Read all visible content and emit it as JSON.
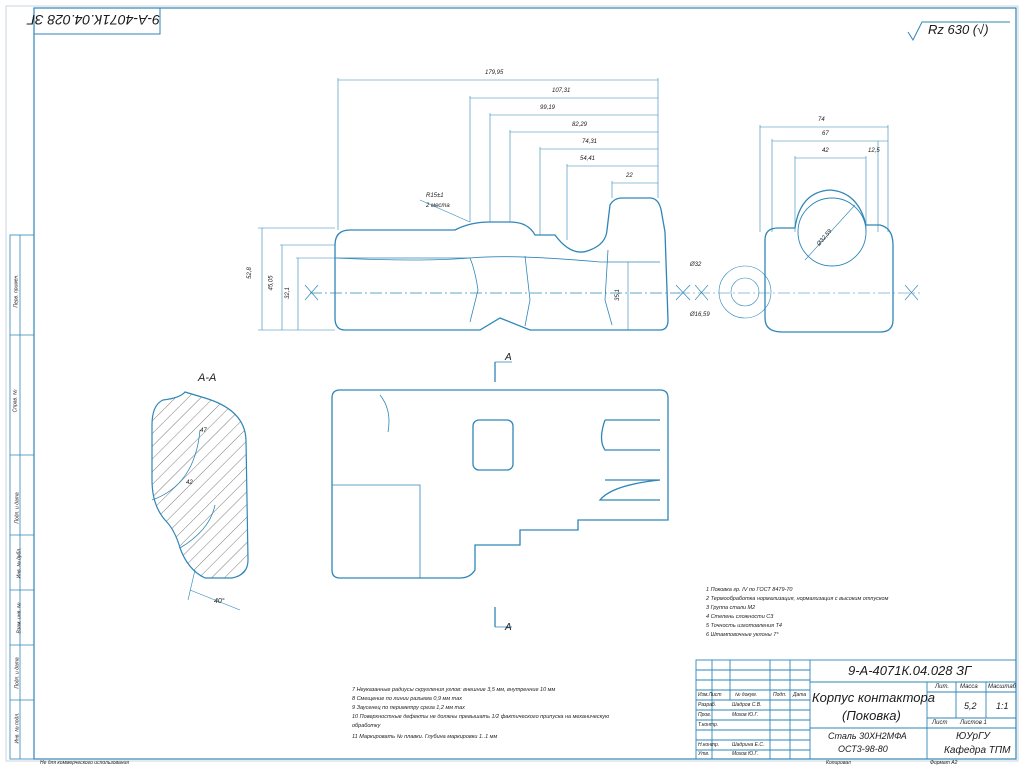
{
  "drawing": {
    "code_mirrored": "9-А-4071К.04.028 ЗГ",
    "roughness": "Rz 630 (√)",
    "section_label": "А-А",
    "cut_mark_top": "А",
    "cut_mark_bottom": "А",
    "chamfer_note": "R15±1",
    "chamfer_note2": "2 места",
    "dims_top": [
      "179,95",
      "107,31",
      "99,19",
      "82,29",
      "74,31",
      "54,41",
      "22"
    ],
    "dims_left": [
      "52,8",
      "45,05",
      "32,1"
    ],
    "dim_right_small": "35,1",
    "dims_side": [
      "74",
      "67",
      "42",
      "12,5"
    ],
    "diam_side": "Ø32,59",
    "diam_left_1": "Ø32",
    "diam_left_2": "Ø16,59",
    "angle_label": "40°",
    "sec_label_1": "47",
    "sec_label_2": "42"
  },
  "notes_right": [
    "1 Поковка гр. IV по ГОСТ 8479-70",
    "2 Термообработка нормализация, нормализация с высоким отпуском",
    "3 Группа стали М2",
    "4 Степень сложности С3",
    "5 Точность изготовления Т4",
    "6 Штамповочные уклоны 7°"
  ],
  "notes_bottom": [
    "7 Неуказанные радиусы скругления углов: внешние 3,5 мм, внутренние 10 мм",
    "8 Смещение по линии разъема 0,9 мм max",
    "9 Заусенец по периметру среза 1,2 мм max",
    "10 Поверхностные дефекты не должны превышать 1/2 фактического припуска на механическую",
    "обработку",
    "11 Маркировать № плавки. Глубина маркировки 1..1 мм"
  ],
  "title_block": {
    "code": "9-А-4071К.04.028 ЗГ",
    "name_line1": "Корпус контактора",
    "name_line2": "(Поковка)",
    "material_line1": "Сталь 30ХН2МФА",
    "material_line2": "ОСТ3-98-80",
    "col_lit": "Лит.",
    "col_mass": "Масса",
    "col_scale": "Масштаб",
    "mass": "5,2",
    "scale": "1:1",
    "sheet": "Лист",
    "sheets": "Листов 1",
    "org1": "ЮУрГУ",
    "org2": "Кафедра ТПМ",
    "rows": [
      "Изм.Лист",
      "№ докум.",
      "Подп.",
      "Дата"
    ],
    "razrab": "Разраб.",
    "razrab_name": "Шадров С.В.",
    "prov": "Пров.",
    "prov_name": "Мохов Ю.Г.",
    "tkontr": "Т.контр.",
    "nkontr": "Н.контр.",
    "nkontr_name": "Шадрина Е.С.",
    "utv": "Утв.",
    "utv_name": "Мохов Ю.Г."
  },
  "footer": {
    "left": "Не для коммерческого использования",
    "copy": "Копировал",
    "format": "Формат   А2"
  },
  "side_stamp": {
    "text1": "Перв. примен.",
    "text2": "Справ. №",
    "text3": "Подп. и дата",
    "text4": "Инв. № дубл.",
    "text5": "Взам. инв. №",
    "text6": "Подп. и дата",
    "text7": "Инв. № подл."
  }
}
